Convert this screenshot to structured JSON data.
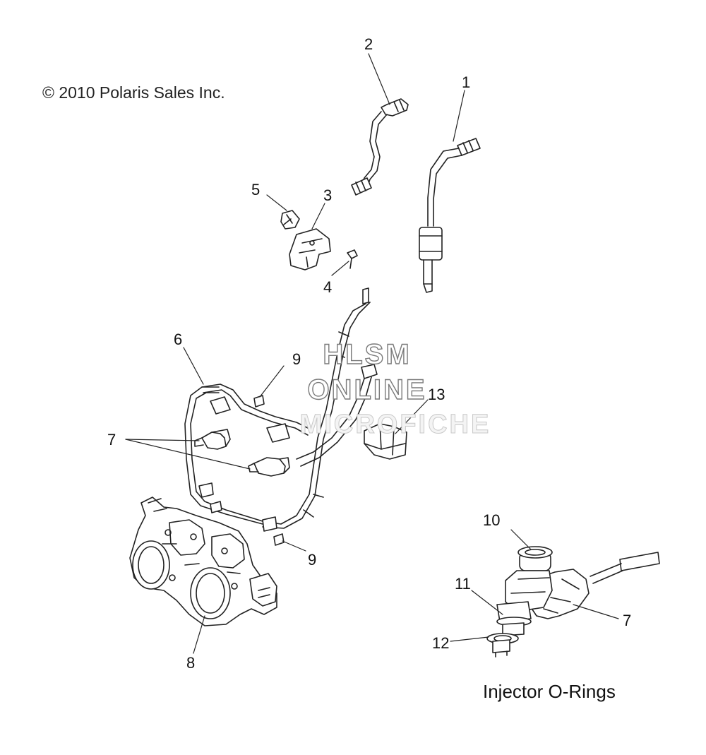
{
  "copyright": "© 2010 Polaris Sales Inc.",
  "caption": "Injector O-Rings",
  "watermark": {
    "line1": "HLSM",
    "line2": "ONLINE",
    "line3": "MICROFICHE"
  },
  "callouts": {
    "c1": "1",
    "c2": "2",
    "c3": "3",
    "c4": "4",
    "c5": "5",
    "c6": "6",
    "c7a": "7",
    "c7b": "7",
    "c8": "8",
    "c9a": "9",
    "c9b": "9",
    "c10": "10",
    "c11": "11",
    "c12": "12",
    "c13": "13"
  }
}
